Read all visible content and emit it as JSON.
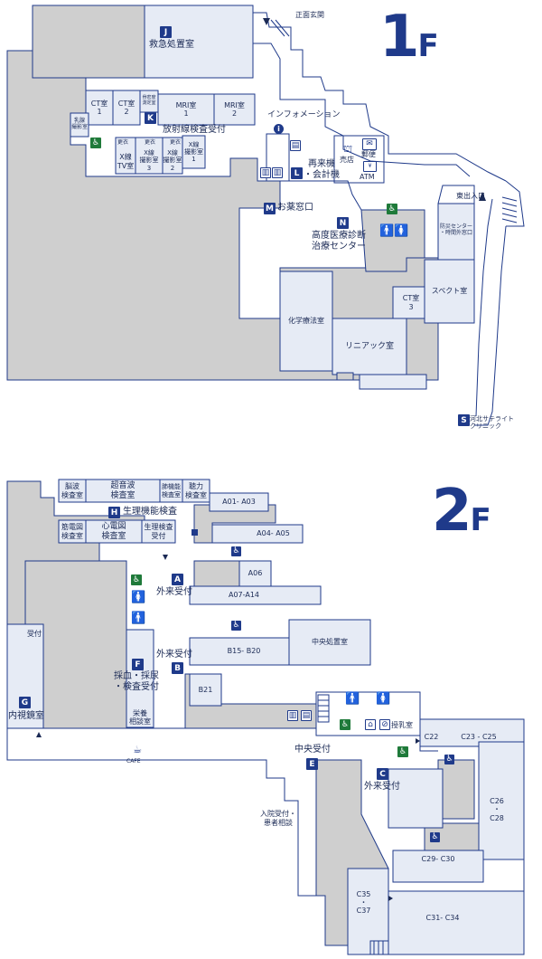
{
  "colors": {
    "wall": "#1f3a8a",
    "room": "#e6ebf5",
    "service": "#cfcfcf",
    "brand": "#1f3a8a",
    "toilet": "#1f7a3a",
    "male": "#1f6fb5",
    "female": "#d8282f"
  },
  "floor_1f": {
    "title_num": "1",
    "title_f": "F",
    "entrance_main": "正面玄関",
    "entrance_east": "東出入口",
    "information": "インフォメーション",
    "rooms": {
      "emergency": "救急処置室",
      "ct1": "CT室\n1",
      "ct2": "CT室\n2",
      "bone": "骨密度\n測定室",
      "mri1": "MRI室\n1",
      "mri2": "MRI室\n2",
      "mammo": "乳腺\n撮影室",
      "radiology": "放射線検査受付",
      "change1": "更衣",
      "change2": "更衣",
      "change3": "更衣",
      "xray_tv": "X線\nTV室",
      "xray3": "X線\n撮影室\n3",
      "xray2": "X線\n撮影室\n2",
      "xray1": "X線\n撮影室\n1",
      "reception": "再来機\n・会計機",
      "shop": "売店",
      "post": "郵便",
      "atm": "ATM",
      "pharmacy": "お薬窓口",
      "advanced": "高度医療診断\n治療センター",
      "disaster": "防災センター\n・時間外窓口",
      "ct3": "CT室\n3",
      "spect": "スペクト室",
      "chemo": "化学療法室",
      "linac": "リニアック室",
      "satellite": "河北サテライト\nクリニック"
    },
    "badges": {
      "j": "J",
      "k": "K",
      "l": "L",
      "m": "M",
      "n": "N",
      "s": "S"
    }
  },
  "floor_2f": {
    "title_num": "2",
    "title_f": "F",
    "rooms": {
      "eeg": "脳波\n検査室",
      "echo": "超音波\n検査室",
      "pulmonary": "肺機能\n検査室",
      "hearing": "聴力\n検査室",
      "a01": "A01- A03",
      "physio": "生理機能検査",
      "emg": "筋電図\n検査室",
      "ecg": "心電図\n検査室",
      "physio_rec": "生理検査\n受付",
      "a04": "A04- A05",
      "a06": "A06",
      "outpatient_a": "外来受付",
      "a07": "A07-A14",
      "central_treat": "中央処置室",
      "outpatient_b": "外来受付",
      "b15": "B15- B20",
      "blood": "採血・採尿\n・検査受付",
      "b21": "B21",
      "endo_rec": "受付",
      "endoscopy": "内視鏡室",
      "nutrition": "栄養\n相談室",
      "nursing": "授乳室",
      "c22": "C22",
      "c23": "C23 - C25",
      "cafe": "CAFE",
      "central_rec": "中央受付",
      "outpatient_c": "外来受付",
      "admission": "入院受付・\n患者相談",
      "c26": "C26\n・\nC28",
      "c29": "C29- C30",
      "c35": "C35\n・\nC37",
      "c31": "C31- C34"
    },
    "badges": {
      "a": "A",
      "b": "B",
      "c": "C",
      "e": "E",
      "f": "F",
      "g": "G",
      "h": "H"
    }
  }
}
